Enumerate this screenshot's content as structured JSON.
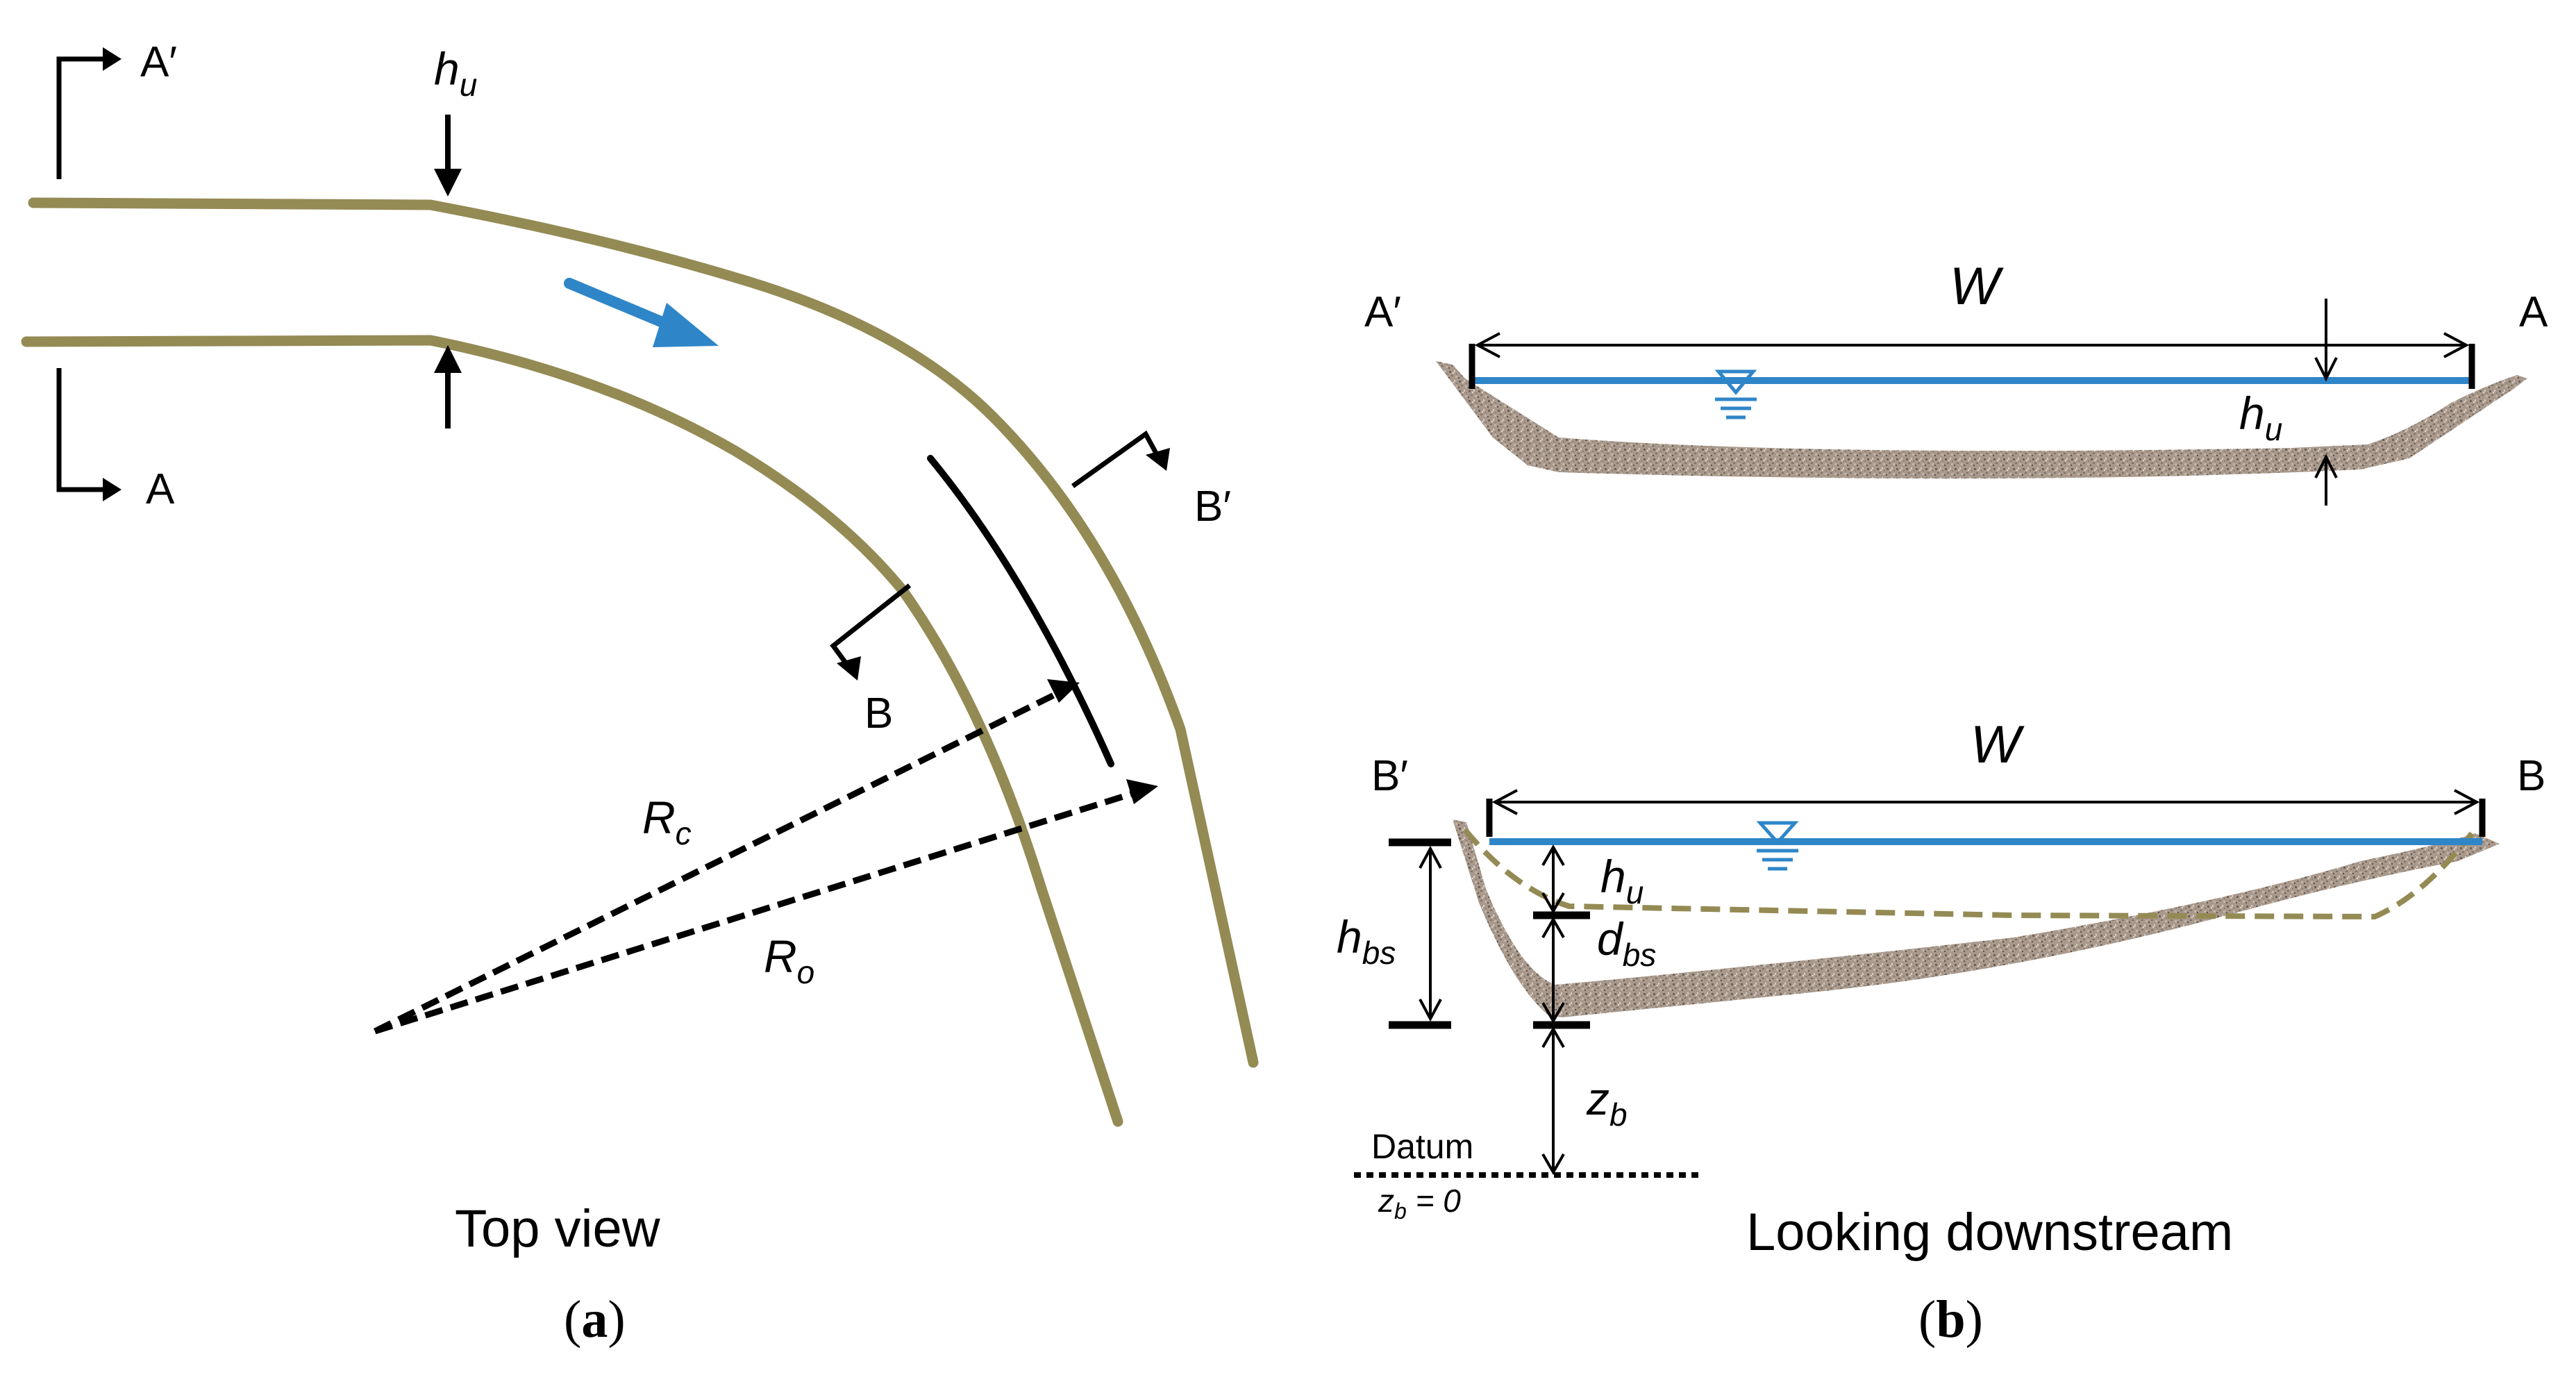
{
  "colors": {
    "bank": "#948a54",
    "water": "#2e86c8",
    "bed": "#a8998c",
    "ink": "#000000"
  },
  "top_view": {
    "section_a_prime": "A′",
    "section_a": "A",
    "section_b_prime": "B′",
    "section_b": "B",
    "depth_var": "h",
    "depth_sub": "u",
    "rc_var": "R",
    "rc_sub": "c",
    "ro_var": "R",
    "ro_sub": "o",
    "caption": "Top view",
    "flow_arrow_icon": "flow-direction-arrow"
  },
  "section_a": {
    "left_label": "A′",
    "right_label": "A",
    "width_label": "W",
    "depth_var": "h",
    "depth_sub": "u",
    "water_surface_icon": "water-surface-symbol"
  },
  "section_b": {
    "left_label": "B′",
    "right_label": "B",
    "width_label": "W",
    "hu_var": "h",
    "hu_sub": "u",
    "dbs_var": "d",
    "dbs_sub": "bs",
    "hbs_var": "h",
    "hbs_sub": "bs",
    "zb_var": "z",
    "zb_sub": "b",
    "datum_label": "Datum",
    "datum_eq_var": "z",
    "datum_eq_sub": "b",
    "datum_eq_rest": " = 0",
    "caption": "Looking downstream",
    "water_surface_icon": "water-surface-symbol"
  },
  "panel_labels": {
    "a_open": "(",
    "a_letter": "a",
    "a_close": ")",
    "b_open": "(",
    "b_letter": "b",
    "b_close": ")"
  }
}
